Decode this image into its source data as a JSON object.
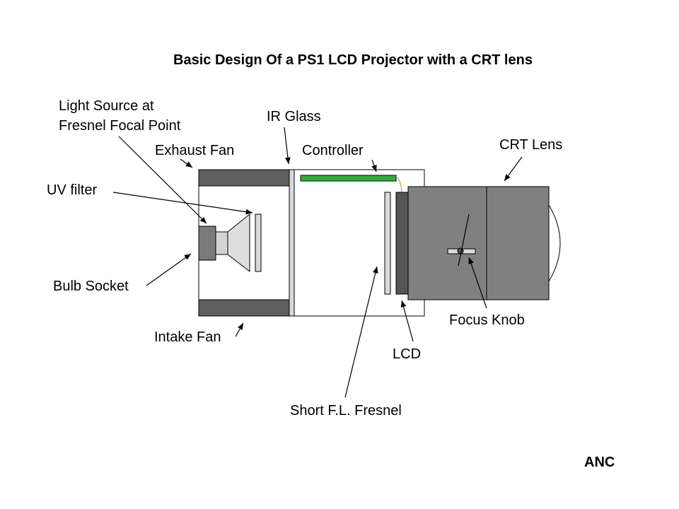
{
  "title": "Basic Design Of a PS1 LCD Projector with a CRT lens",
  "labels": {
    "light_source_line1": "Light Source at",
    "light_source_line2": "Fresnel Focal Point",
    "ir_glass": "IR Glass",
    "exhaust_fan": "Exhaust Fan",
    "controller": "Controller",
    "crt_lens": "CRT Lens",
    "uv_filter": "UV filter",
    "bulb_socket": "Bulb Socket",
    "intake_fan": "Intake Fan",
    "focus_knob": "Focus Knob",
    "lcd": "LCD",
    "short_fl_fresnel": "Short F.L. Fresnel"
  },
  "signature": "ANC",
  "colors": {
    "fan": "#5f5f5f",
    "ir_glass": "#d9d9d9",
    "controller_board": "#33b13a",
    "lcd_panel": "#555555",
    "lens_body": "#808080",
    "bulb_socket": "#7a7a7a",
    "reflector": "#dedede",
    "bulb_neck": "#d4d4d4",
    "uv_filter": "#d9d9d9",
    "fresnel": "#d9d9d9",
    "focus_bar": "#dadada",
    "wire": "#c8a040"
  }
}
